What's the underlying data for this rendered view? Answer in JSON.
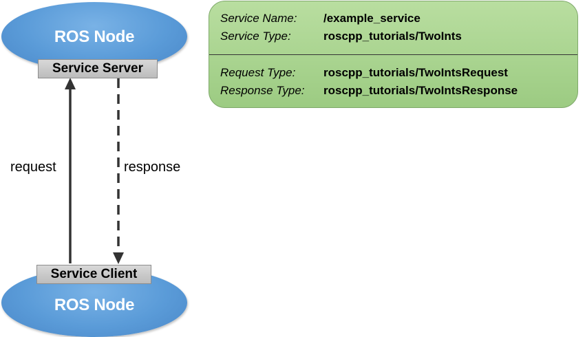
{
  "nodes": {
    "server_node_title": "ROS Node",
    "client_node_title": "ROS Node"
  },
  "boxes": {
    "server_label": "Service Server",
    "client_label": "Service Client"
  },
  "edges": {
    "request_label": "request",
    "response_label": "response"
  },
  "info": {
    "service_name_key": "Service Name:",
    "service_name_value": "/example_service",
    "service_type_key": "Service Type:",
    "service_type_value": "roscpp_tutorials/TwoInts",
    "request_type_key": "Request Type:",
    "request_type_value": "roscpp_tutorials/TwoIntsRequest",
    "response_type_key": "Response Type:",
    "response_type_value": "roscpp_tutorials/TwoIntsResponse"
  },
  "colors": {
    "node_blue": "#5a9bd8",
    "panel_green": "#a9d18e",
    "box_gray": "#c8c8c8",
    "arrow_dark": "#333333"
  }
}
